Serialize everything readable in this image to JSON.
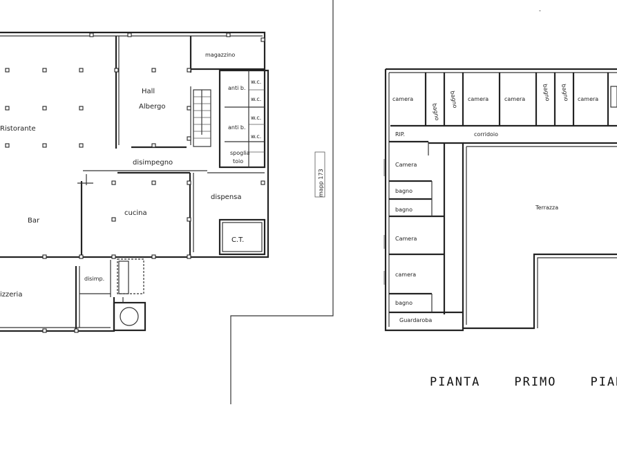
{
  "ground_floor": {
    "rooms": {
      "magazzino": "magazzino",
      "hall": "Hall",
      "albergo": "Albergo",
      "ristorante": "Ristorante",
      "antib_1": "anti b.",
      "antib_2": "anti b.",
      "wc_1": "w.c.",
      "wc_2": "w.c.",
      "wc_3": "w.c.",
      "wc_4": "w.c.",
      "spogliatoio_1": "spoglia",
      "spogliatoio_2": "toio",
      "disimpegno": "disimpegno",
      "dispensa": "dispensa",
      "bar": "Bar",
      "cucina": "cucina",
      "ct": "C.T.",
      "disimp": "disimp.",
      "pizzeria": "izzeria"
    }
  },
  "boundary": {
    "mapp_label": "mapp 173"
  },
  "first_floor": {
    "rooms": {
      "camera_1": "camera",
      "bagno_1": "bagno",
      "bagno_2": "bagno",
      "camera_2": "camera",
      "camera_3": "camera",
      "bagno_3": "bagno",
      "bagno_4": "bagno",
      "camera_4": "camera",
      "rip": "RIP.",
      "corridoio": "corridoio",
      "camera_5": "Camera",
      "bagno_5": "bagno",
      "bagno_6": "bagno",
      "camera_6": "Camera",
      "camera_7": "camera",
      "bagno_7": "bagno",
      "guardaroba": "Guardaroba",
      "terrazza": "Terrazza"
    },
    "title": "PIANTA    PRIMO    PIANO"
  }
}
